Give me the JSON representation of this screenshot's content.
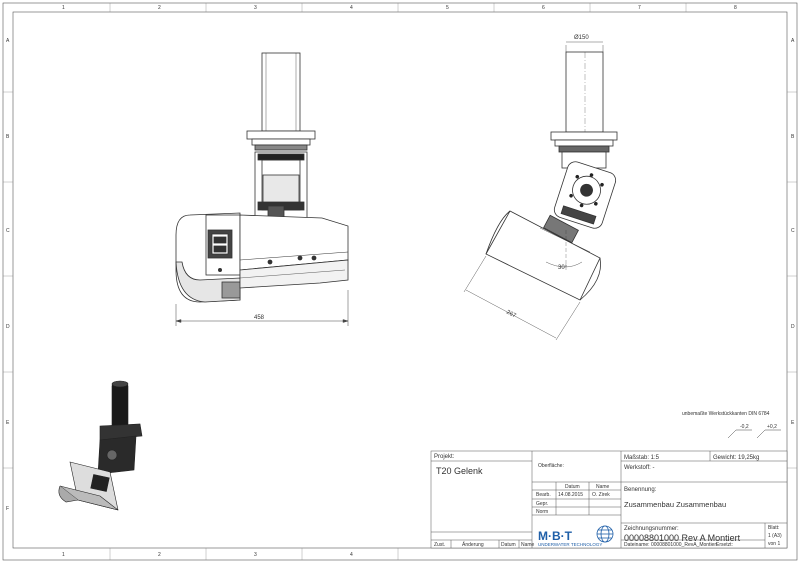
{
  "frame": {
    "columns": [
      "1",
      "2",
      "3",
      "4",
      "5",
      "6",
      "7",
      "8"
    ],
    "rows": [
      "A",
      "B",
      "C",
      "D",
      "E",
      "F"
    ]
  },
  "dimensions": {
    "left_width": "458",
    "right_diameter": "Ø150",
    "right_length": "267",
    "right_angle": "30°"
  },
  "surface_note": {
    "text": "unbemaßte Werkstückkanten DIN 6784",
    "sym1": "-0,2",
    "sym2": "+0,2"
  },
  "title_block": {
    "projekt_label": "Projekt:",
    "projekt_value": "T20 Gelenk",
    "oberflaeche_label": "Oberfläche:",
    "col_datum": "Datum",
    "col_name": "Name",
    "row_bearb": "Bearb.",
    "bearb_date": "14.08.2015",
    "bearb_name": "O. Zirek",
    "row_gepr": "Gepr.",
    "row_norm": "Norm",
    "massstab": "Maßstab: 1:5",
    "gewicht": "Gewicht: 19,25kg",
    "werkstoff": "Werkstoff: -",
    "benennung_label": "Benennung:",
    "benennung_value": "Zusammenbau Zusammenbau",
    "zeichnungsnummer_label": "Zeichnungsnummer:",
    "zeichnungsnummer_value": "00008801000 Rev A Montiert",
    "blatt_label": "Blatt:",
    "blatt_value": "1 (A3)",
    "von_value": "von 1",
    "dateiname": "Dateiname: 00008801000_RevA_Montiert",
    "ersetzt": "Ersetzt:",
    "rev_zust": "Zust.",
    "rev_aenderung": "Änderung",
    "rev_datum": "Datum",
    "rev_name": "Name",
    "logo_text": "M·B·T",
    "logo_sub": "UNDERWATER TECHNOLOGY"
  }
}
